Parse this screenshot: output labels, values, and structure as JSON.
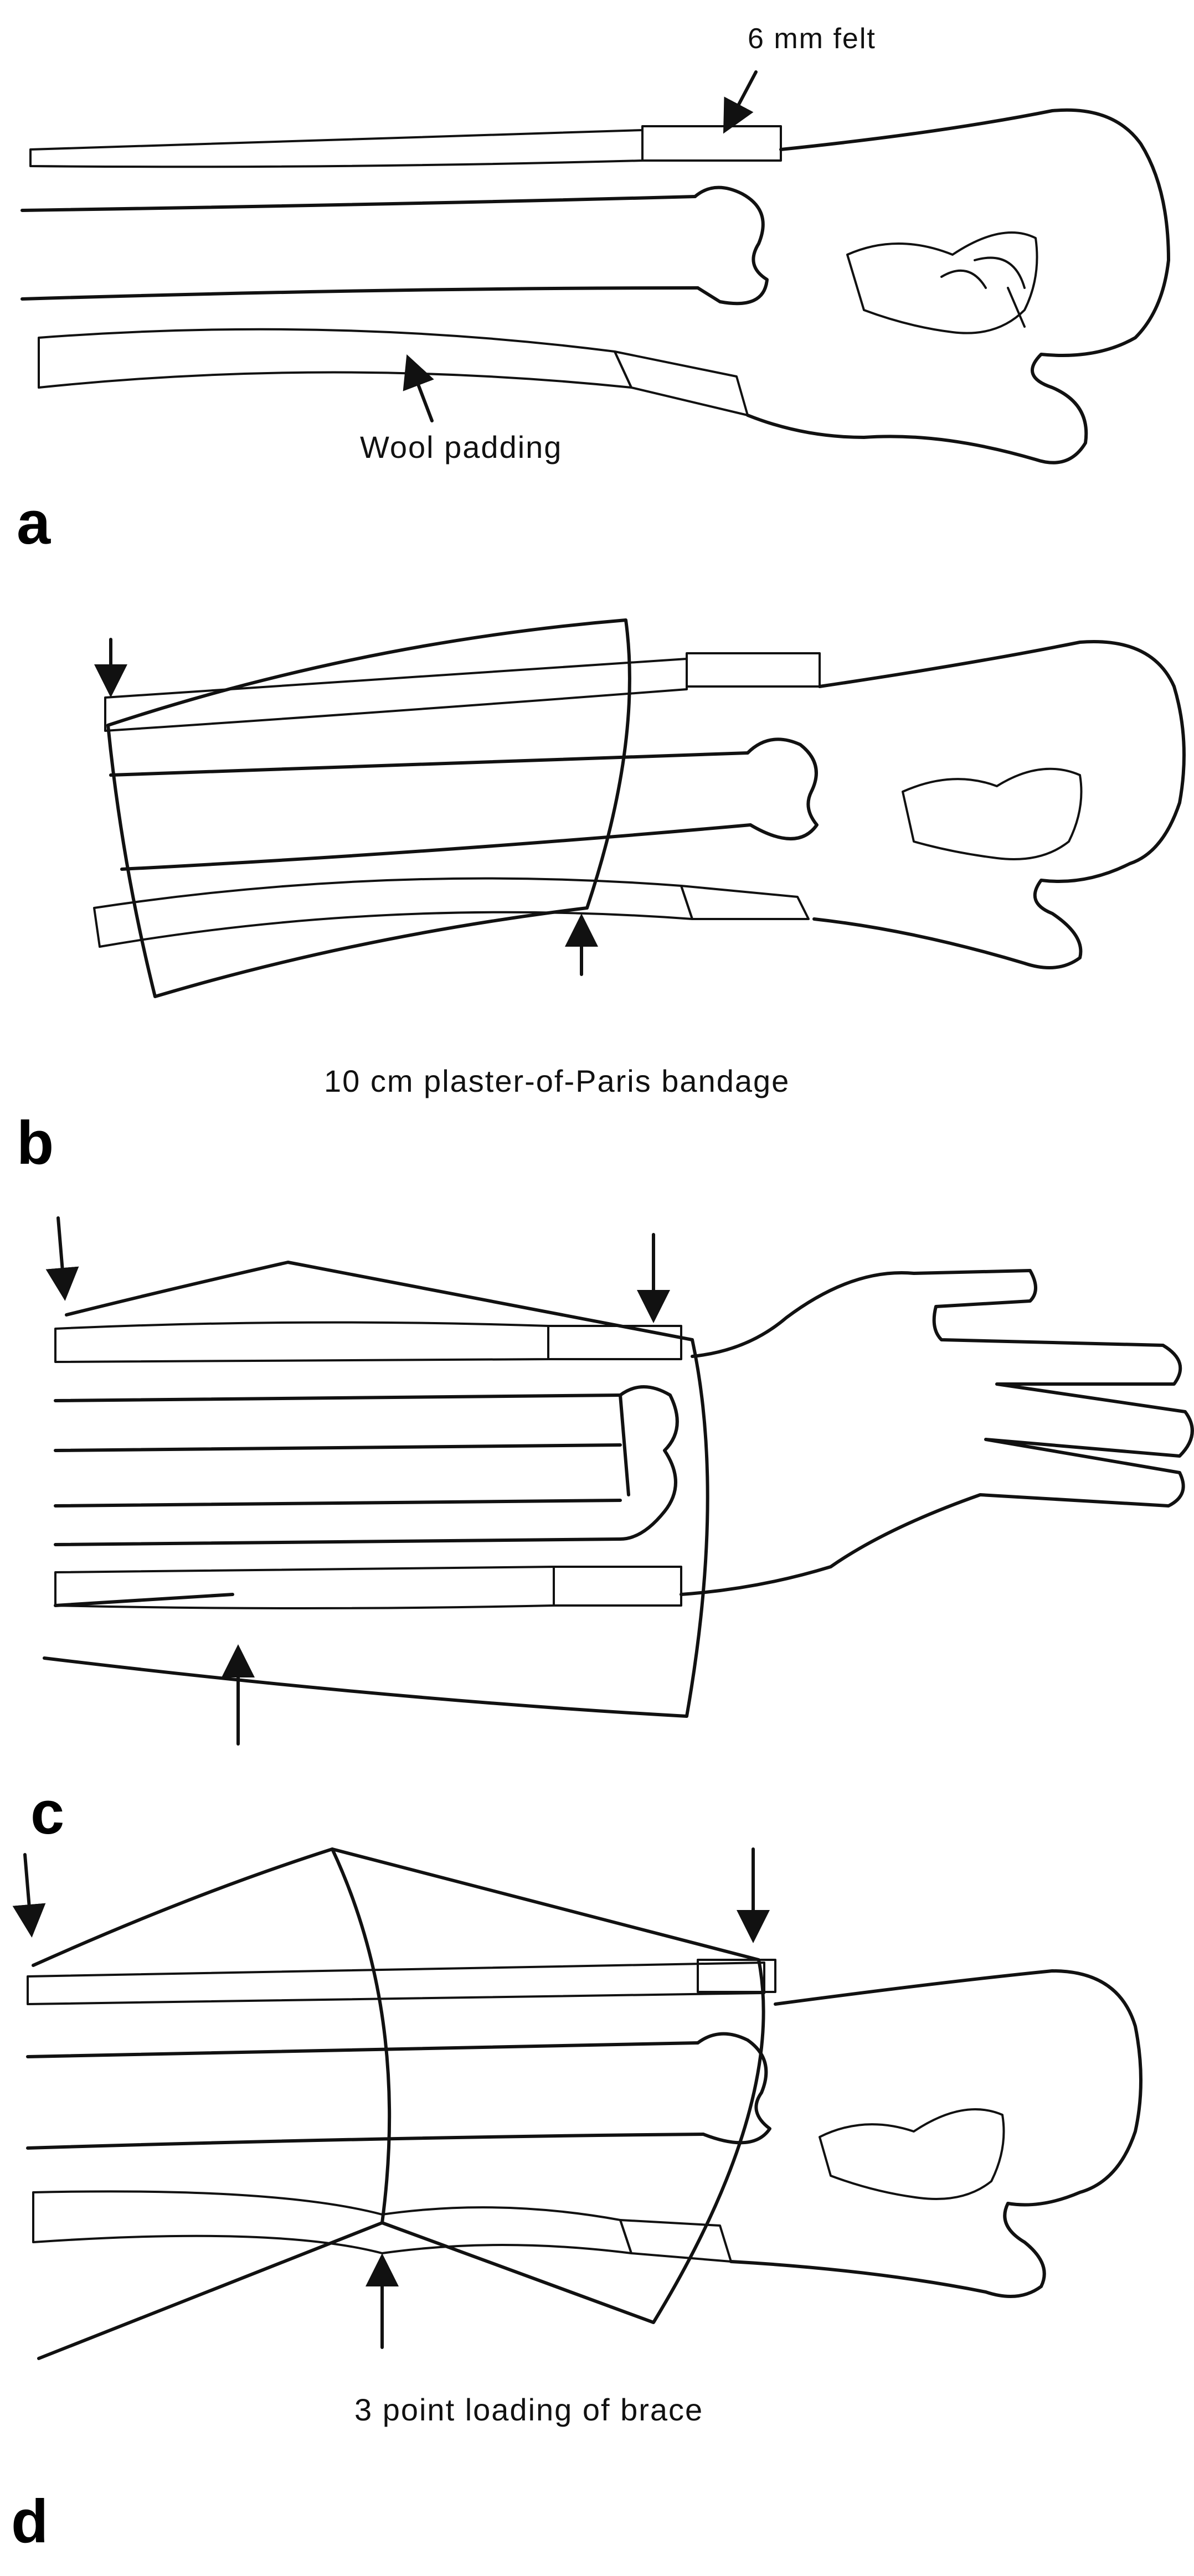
{
  "panels": [
    {
      "letter": "a",
      "labels": {
        "felt": "6 mm  felt",
        "padding": "Wool  padding"
      }
    },
    {
      "letter": "b",
      "caption": "10 cm plaster-of-Paris bandage"
    },
    {
      "letter": "c"
    },
    {
      "letter": "d",
      "caption": "3 point  loading of  brace"
    }
  ],
  "colors": {
    "ink": "#111111",
    "paper": "#ffffff"
  }
}
